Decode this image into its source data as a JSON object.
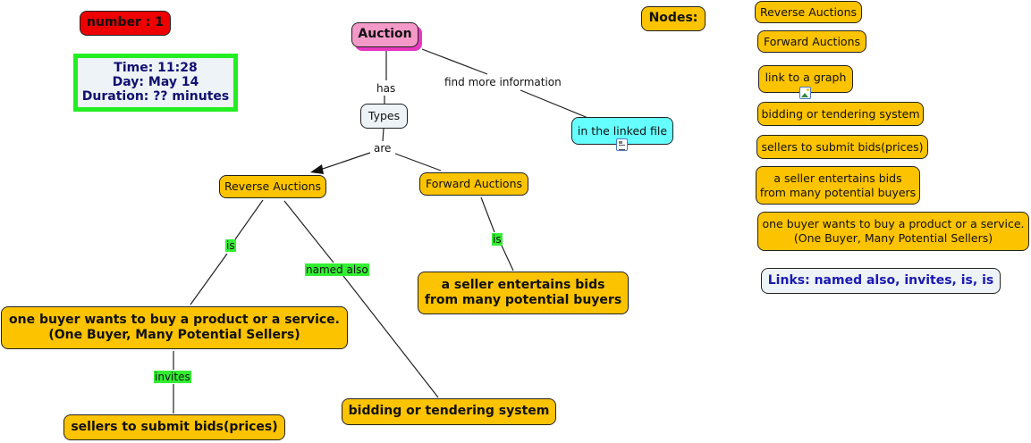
{
  "badge": {
    "label": "number : 1"
  },
  "info_box": {
    "time": "Time: 11:28",
    "day": "Day: May 14",
    "duration": "Duration: ?? minutes"
  },
  "colors": {
    "root_node": "#f49ac8",
    "concept_node": "#fcc300",
    "types_node": "#edf3f6",
    "linked_file_node": "#66ffff",
    "link_label_highlight": "#33ee33",
    "badge": "#ee0000",
    "info_border": "#22ee22",
    "info_text": "#101070",
    "links_legend_text": "#1a1ab0"
  },
  "map": {
    "nodes": {
      "auction": "Auction",
      "types": "Types",
      "linked_file": "in the linked file",
      "reverse": "Reverse Auctions",
      "forward": "Forward Auctions",
      "one_buyer_line1": "one buyer wants to buy a product or a service.",
      "one_buyer_line2": "(One Buyer, Many Potential Sellers)",
      "sellers_submit": "sellers to submit bids(prices)",
      "bidding": "bidding or tendering system",
      "seller_entertains_line1": "a seller entertains bids",
      "seller_entertains_line2": "from many potential buyers"
    },
    "links": {
      "has": "has",
      "find_more": "find more information",
      "are": "are",
      "is_reverse": "is",
      "named_also": "named also",
      "is_forward": "is",
      "invites": "invites"
    },
    "icons": {
      "linked_file": "document-link-icon",
      "graph": "image-link-icon"
    }
  },
  "legend": {
    "nodes_title": "Nodes:",
    "nodes": [
      "Reverse Auctions",
      "Forward Auctions",
      "link to a graph",
      "bidding or tendering system",
      "sellers to submit bids(prices)",
      "a seller entertains bids",
      "from many potential buyers",
      "one buyer wants to buy a product or a service.",
      "(One Buyer, Many Potential Sellers)"
    ],
    "links_summary": "Links: named also, invites, is, is"
  }
}
